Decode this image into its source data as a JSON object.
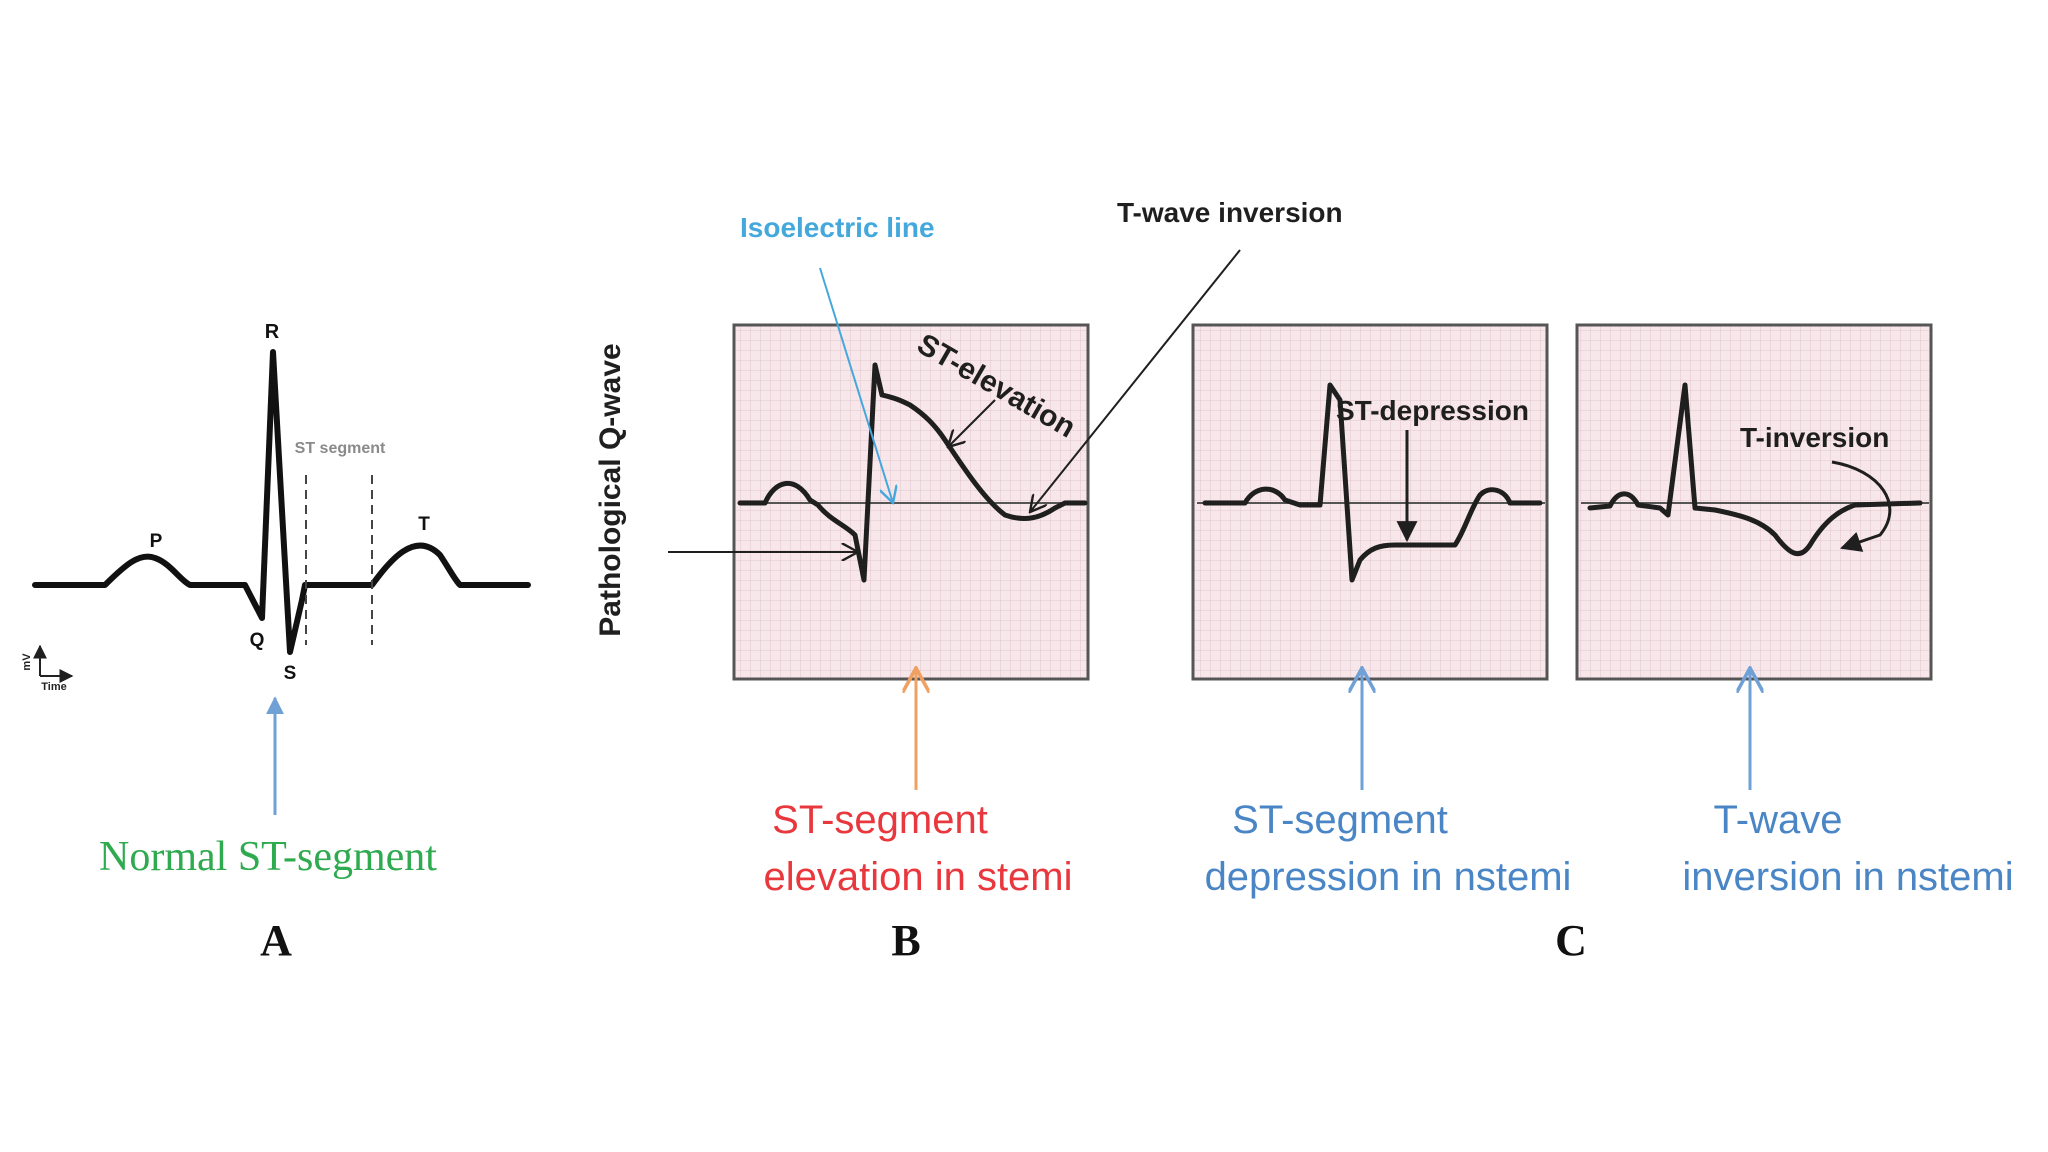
{
  "panel_a": {
    "wave_labels": {
      "p": "P",
      "q": "Q",
      "r": "R",
      "s": "S",
      "t": "T"
    },
    "st_segment_label": "ST segment",
    "axis_y_label": "mV",
    "axis_x_label": "Time",
    "caption": "Normal ST-segment",
    "panel_letter": "A"
  },
  "panel_b": {
    "isoelectric_label": "Isoelectric line",
    "t_wave_inversion_label": "T-wave inversion",
    "st_elevation_label": "ST-elevation",
    "pathological_q_label": "Pathological Q-wave",
    "caption_line1": "ST-segment",
    "caption_line2": "elevation in stemi",
    "panel_letter": "B"
  },
  "panel_c": {
    "st_depression_label": "ST-depression",
    "t_inversion_label": "T-inversion",
    "caption1_line1": "ST-segment",
    "caption1_line2": "depression in nstemi",
    "caption2_line1": "T-wave",
    "caption2_line2": "inversion in nstemi",
    "panel_letter": "C"
  },
  "colors": {
    "caption_green": "#2eaa4f",
    "caption_red": "#e8383d",
    "caption_blue": "#4a86c6",
    "isoelectric_blue": "#45a8dc",
    "arrow_blue": "#6fa0d6",
    "arrow_orange": "#f0a060",
    "grid_bg": "#f7e6ea",
    "grid_line": "#d7b8c0",
    "trace": "#1f1f1f"
  }
}
